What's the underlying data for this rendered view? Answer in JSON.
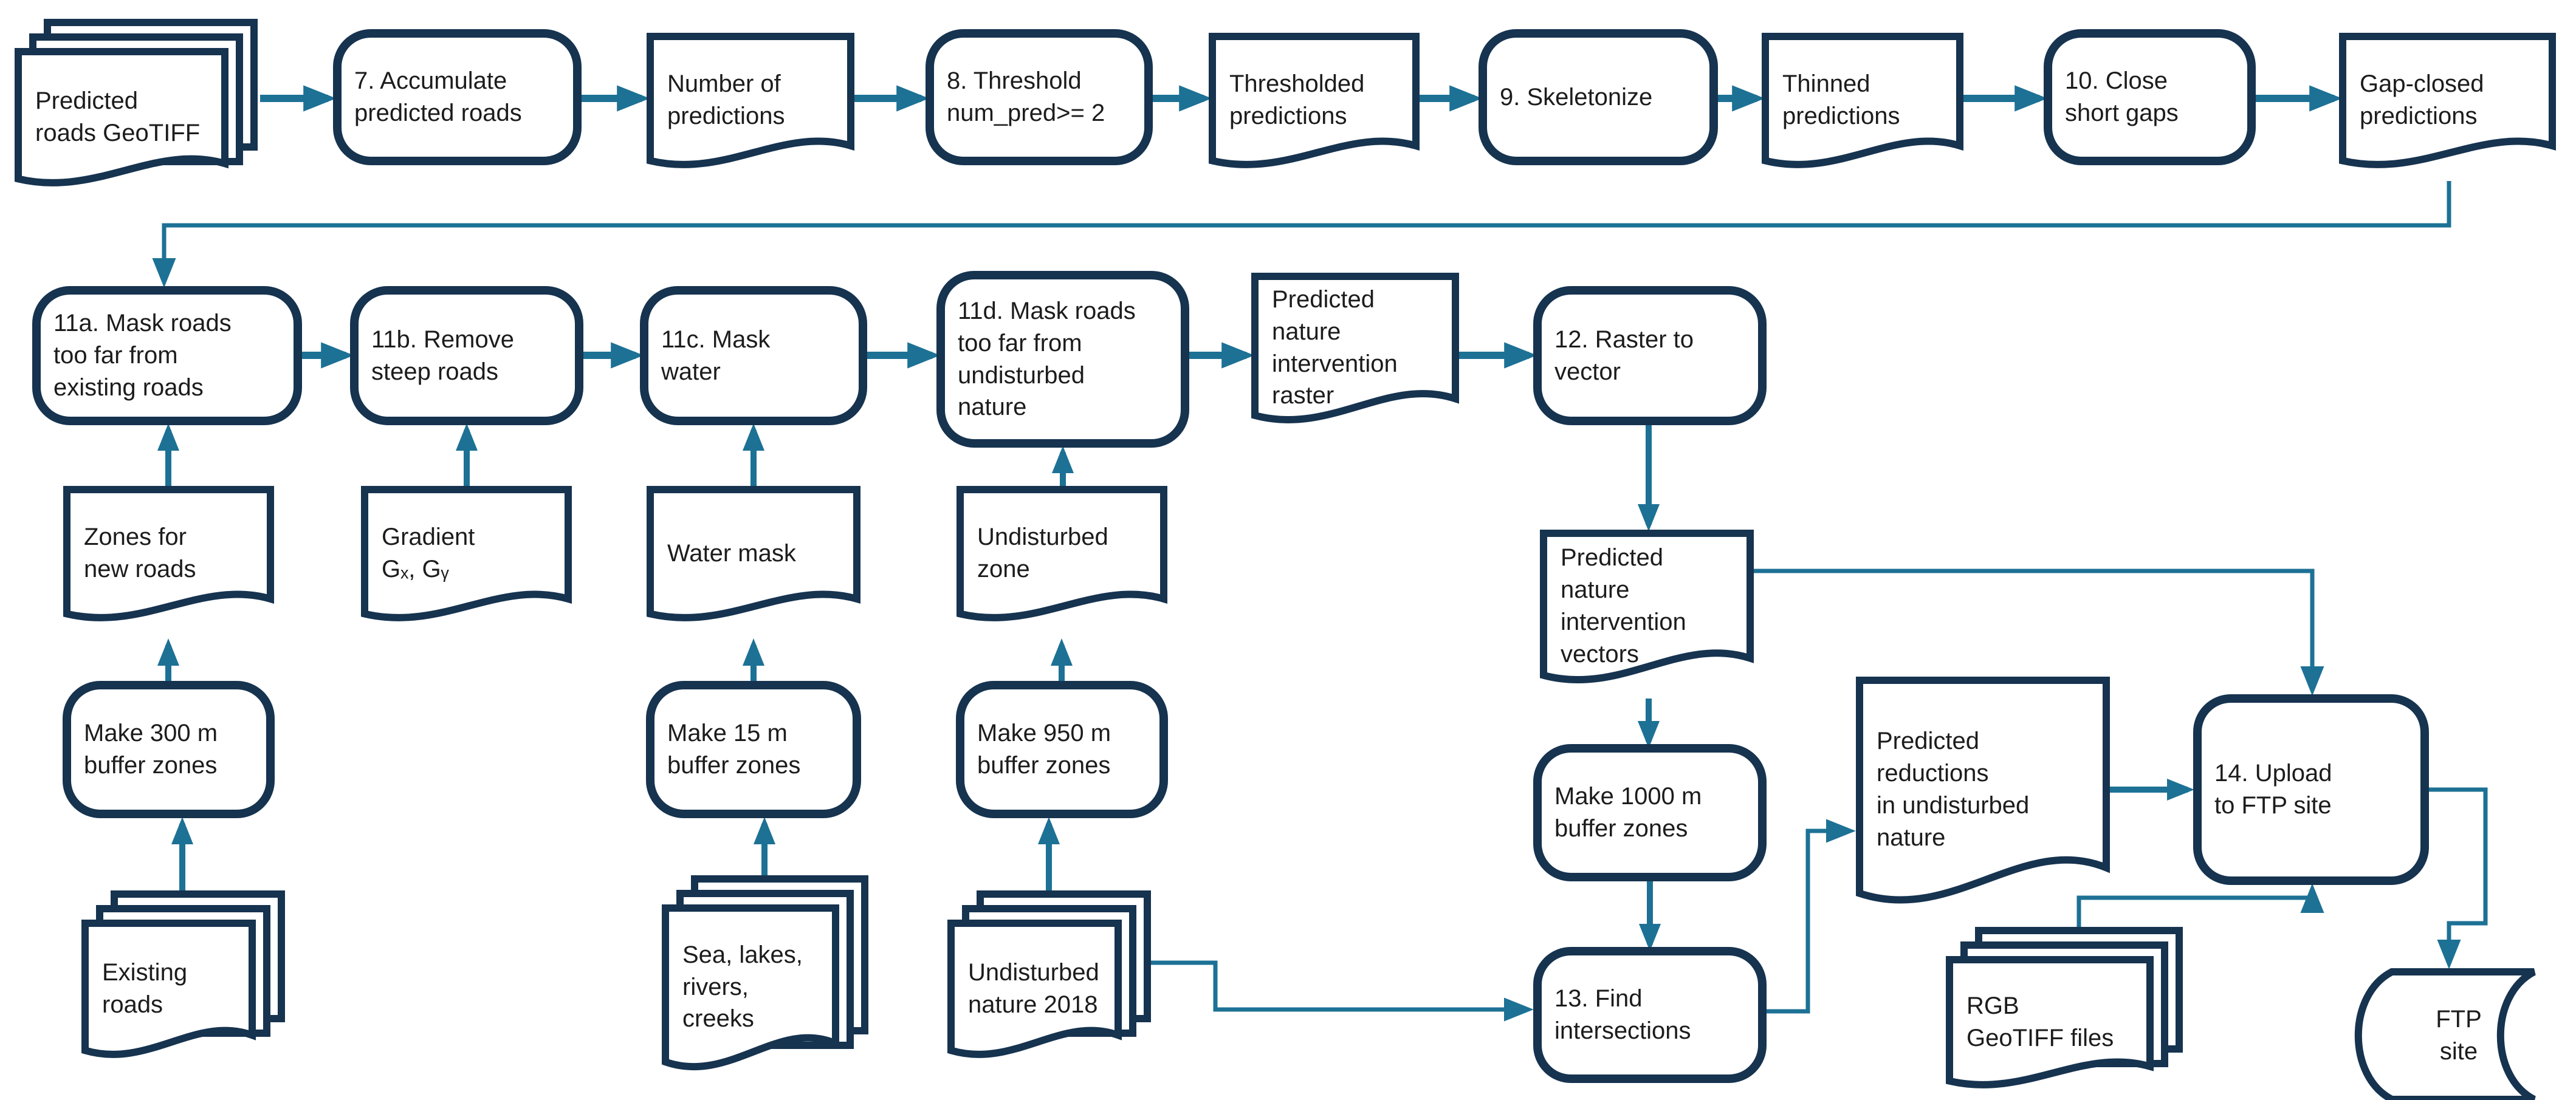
{
  "colors": {
    "shape_stroke": "#16334f",
    "connector": "#1d7195",
    "text": "#1c1c1c",
    "background": "#ffffff"
  },
  "nodes": {
    "predicted_roads_geotiff": {
      "type": "multi-document",
      "label": "Predicted\nroads GeoTIFF"
    },
    "step7": {
      "type": "process",
      "label": "7. Accumulate\npredicted roads"
    },
    "number_of_predictions": {
      "type": "document",
      "label": "Number of\npredictions"
    },
    "step8": {
      "type": "process",
      "label": "8. Threshold\nnum_pred>= 2"
    },
    "thresholded_predictions": {
      "type": "document",
      "label": "Thresholded\npredictions"
    },
    "step9": {
      "type": "process",
      "label": "9. Skeletonize"
    },
    "thinned_predictions": {
      "type": "document",
      "label": "Thinned\npredictions"
    },
    "step10": {
      "type": "process",
      "label": "10. Close\nshort gaps"
    },
    "gap_closed_predictions": {
      "type": "document",
      "label": "Gap-closed\npredictions"
    },
    "step11a": {
      "type": "process",
      "label": "11a. Mask roads\ntoo far from\nexisting roads"
    },
    "step11b": {
      "type": "process",
      "label": "11b. Remove\nsteep roads"
    },
    "step11c": {
      "type": "process",
      "label": "11c. Mask\nwater"
    },
    "step11d": {
      "type": "process",
      "label": "11d. Mask roads\ntoo far from\nundisturbed\nnature"
    },
    "pni_raster": {
      "type": "document",
      "label": "Predicted\nnature\nintervention\nraster"
    },
    "step12": {
      "type": "process",
      "label": "12. Raster to\nvector"
    },
    "pni_vectors": {
      "type": "document",
      "label": "Predicted\nnature\nintervention\nvectors"
    },
    "zones_new_roads": {
      "type": "document",
      "label": "Zones for\nnew roads"
    },
    "gradient": {
      "type": "document",
      "label": "Gradient\nGₓ, Gᵧ"
    },
    "water_mask": {
      "type": "document",
      "label": "Water mask"
    },
    "undisturbed_zone": {
      "type": "document",
      "label": "Undisturbed\nzone"
    },
    "make_300": {
      "type": "process",
      "label": "Make 300 m\nbuffer zones"
    },
    "make_15": {
      "type": "process",
      "label": "Make 15 m\nbuffer zones"
    },
    "make_950": {
      "type": "process",
      "label": "Make 950 m\nbuffer zones"
    },
    "make_1000": {
      "type": "process",
      "label": "Make 1000 m\nbuffer zones"
    },
    "existing_roads": {
      "type": "multi-document",
      "label": "Existing\nroads"
    },
    "sea_lakes": {
      "type": "multi-document",
      "label": "Sea, lakes,\nrivers,\ncreeks"
    },
    "undisturbed_2018": {
      "type": "multi-document",
      "label": "Undisturbed\nnature 2018"
    },
    "step13": {
      "type": "process",
      "label": "13. Find\nintersections"
    },
    "predicted_reductions": {
      "type": "document",
      "label": "Predicted\nreductions\nin undisturbed\nnature"
    },
    "step14": {
      "type": "process",
      "label": "14. Upload\nto FTP site"
    },
    "rgb_geotiff": {
      "type": "multi-document",
      "label": "RGB\nGeoTIFF files"
    },
    "ftp_site": {
      "type": "stored-data",
      "label": "FTP\nsite"
    }
  },
  "edges": [
    {
      "from": "predicted_roads_geotiff",
      "to": "step7"
    },
    {
      "from": "step7",
      "to": "number_of_predictions"
    },
    {
      "from": "number_of_predictions",
      "to": "step8"
    },
    {
      "from": "step8",
      "to": "thresholded_predictions"
    },
    {
      "from": "thresholded_predictions",
      "to": "step9"
    },
    {
      "from": "step9",
      "to": "thinned_predictions"
    },
    {
      "from": "thinned_predictions",
      "to": "step10"
    },
    {
      "from": "step10",
      "to": "gap_closed_predictions"
    },
    {
      "from": "gap_closed_predictions",
      "to": "step11a"
    },
    {
      "from": "step11a",
      "to": "step11b"
    },
    {
      "from": "step11b",
      "to": "step11c"
    },
    {
      "from": "step11c",
      "to": "step11d"
    },
    {
      "from": "step11d",
      "to": "pni_raster"
    },
    {
      "from": "pni_raster",
      "to": "step12"
    },
    {
      "from": "step12",
      "to": "pni_vectors"
    },
    {
      "from": "existing_roads",
      "to": "make_300"
    },
    {
      "from": "make_300",
      "to": "zones_new_roads"
    },
    {
      "from": "zones_new_roads",
      "to": "step11a"
    },
    {
      "from": "gradient",
      "to": "step11b"
    },
    {
      "from": "sea_lakes",
      "to": "make_15"
    },
    {
      "from": "make_15",
      "to": "water_mask"
    },
    {
      "from": "water_mask",
      "to": "step11c"
    },
    {
      "from": "undisturbed_2018",
      "to": "make_950"
    },
    {
      "from": "make_950",
      "to": "undisturbed_zone"
    },
    {
      "from": "undisturbed_zone",
      "to": "step11d"
    },
    {
      "from": "undisturbed_2018",
      "to": "step13"
    },
    {
      "from": "pni_vectors",
      "to": "make_1000"
    },
    {
      "from": "make_1000",
      "to": "step13"
    },
    {
      "from": "step13",
      "to": "predicted_reductions"
    },
    {
      "from": "predicted_reductions",
      "to": "step14"
    },
    {
      "from": "pni_vectors",
      "to": "step14"
    },
    {
      "from": "rgb_geotiff",
      "to": "step14"
    },
    {
      "from": "step14",
      "to": "ftp_site"
    }
  ]
}
